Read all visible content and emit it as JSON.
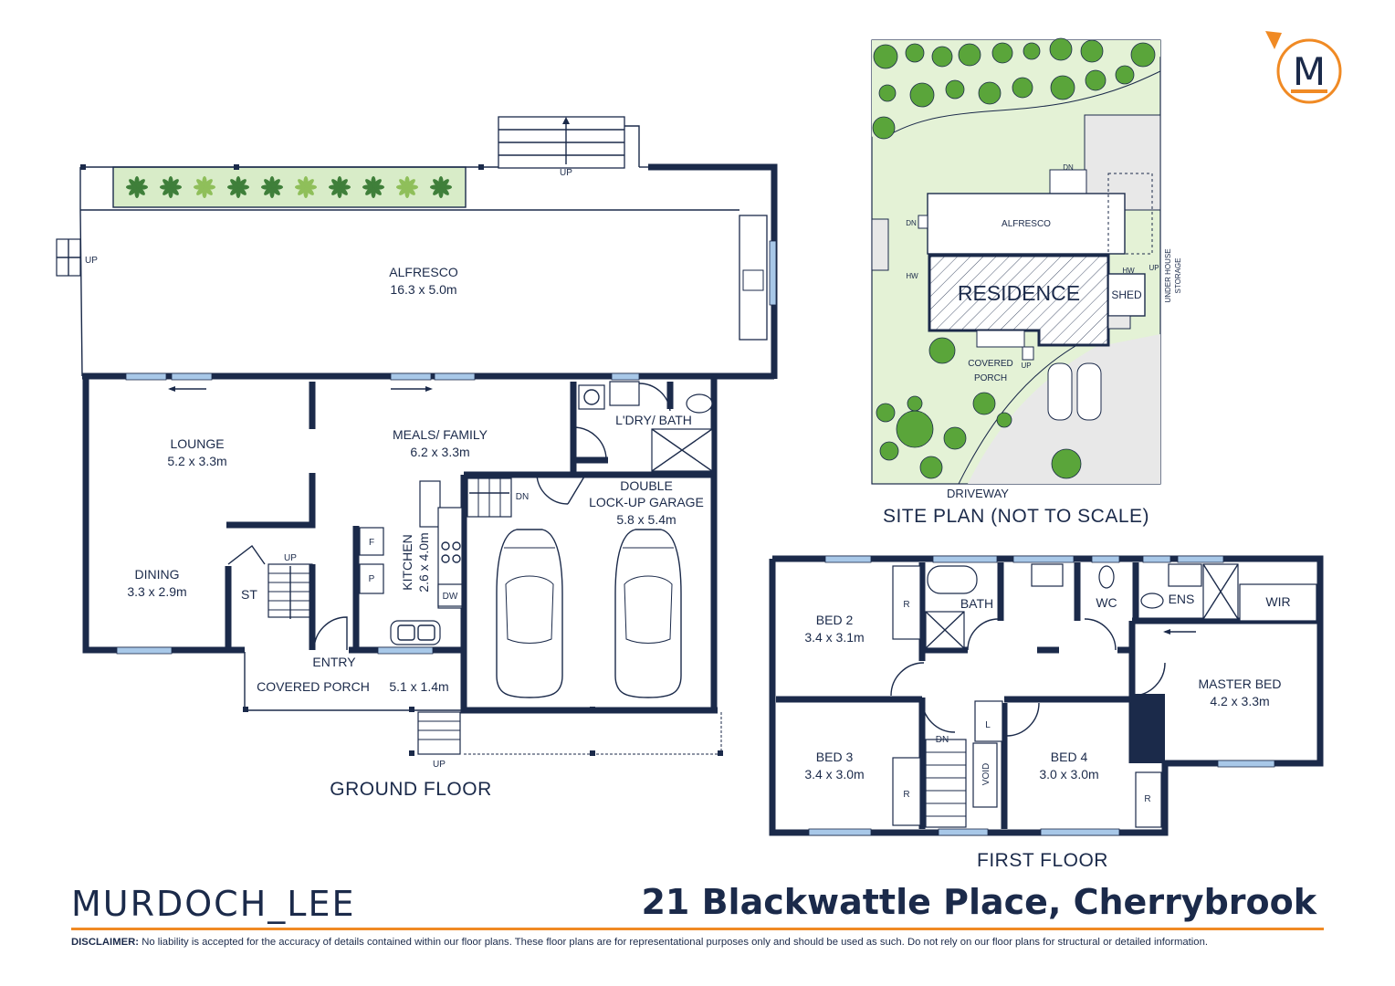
{
  "brand": {
    "name": "MURDOCH_LEE",
    "logo_letter": "M",
    "accent": "#f08a24",
    "navy": "#1b2a4a"
  },
  "address": "21 Blackwattle Place, Cherrybrook",
  "disclaimer": {
    "label": "DISCLAIMER:",
    "text": "No liability is accepted for the accuracy of details contained within our floor plans. These floor plans are for representational purposes only and should be used as such. Do not rely on our floor plans for structural or detailed information."
  },
  "ground_floor": {
    "title": "GROUND FLOOR",
    "rooms": {
      "alfresco": {
        "name": "ALFRESCO",
        "dims": "16.3 x 5.0m"
      },
      "lounge": {
        "name": "LOUNGE",
        "dims": "5.2 x 3.3m"
      },
      "meals": {
        "name": "MEALS/ FAMILY",
        "dims": "6.2 x 3.3m"
      },
      "dining": {
        "name": "DINING",
        "dims": "3.3 x 2.9m"
      },
      "kitchen": {
        "name": "KITCHEN",
        "dims": "2.6 x 4.0m"
      },
      "laundry": {
        "name": "L'DRY/ BATH"
      },
      "garage_l1": "DOUBLE",
      "garage_l2": "LOCK-UP GARAGE",
      "garage_dims": "5.8 x 5.4m",
      "porch": {
        "name": "COVERED PORCH",
        "dims": "5.1 x 1.4m"
      },
      "entry": "ENTRY",
      "st": "ST",
      "f": "F",
      "p": "P",
      "dw": "DW"
    },
    "stairs": {
      "up": "UP",
      "dn": "DN"
    }
  },
  "first_floor": {
    "title": "FIRST FLOOR",
    "rooms": {
      "bed2": {
        "name": "BED 2",
        "dims": "3.4 x 3.1m"
      },
      "bed3": {
        "name": "BED 3",
        "dims": "3.4 x 3.0m"
      },
      "bed4": {
        "name": "BED 4",
        "dims": "3.0 x 3.0m"
      },
      "master": {
        "name": "MASTER BED",
        "dims": "4.2 x 3.3m"
      },
      "bath": "BATH",
      "wc": "WC",
      "ens": "ENS",
      "wir": "WIR",
      "robe": "R",
      "linen": "L",
      "void": "VOID",
      "dn": "DN"
    }
  },
  "site_plan": {
    "title": "SITE PLAN (NOT TO SCALE)",
    "alfresco": "ALFRESCO",
    "residence": "RESIDENCE",
    "shed": "SHED",
    "under_house_l1": "UNDER HOUSE",
    "under_house_l2": "STORAGE",
    "porch_l1": "COVERED",
    "porch_l2": "PORCH",
    "driveway": "DRIVEWAY",
    "dn": "DN",
    "up": "UP",
    "hw": "HW"
  }
}
